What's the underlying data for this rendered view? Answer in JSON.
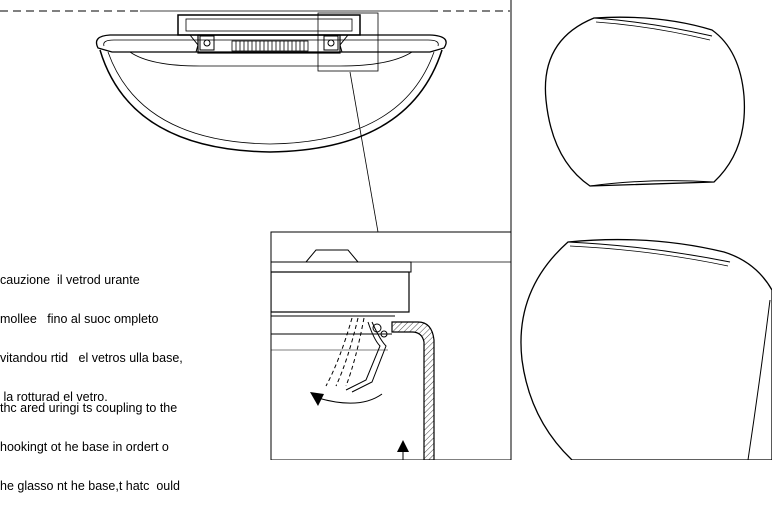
{
  "notes": {
    "italian": [
      "cauzione  il vetrod urante",
      "mollee   fino al suoc ompleto",
      "vitandou rtid   el vetros ulla base,",
      " la rotturad el vetro."
    ],
    "english": [
      "thc ared uringi ts coupling to the",
      "hookingt ot he base in ordert o",
      "he glasso nt he base,t hatc  ould"
    ]
  },
  "colors": {
    "stroke": "#000000",
    "background": "#ffffff",
    "hatch": "#444444"
  },
  "icons": {
    "rotation": "curved-arrow-icon",
    "push": "up-arrow-icon"
  }
}
